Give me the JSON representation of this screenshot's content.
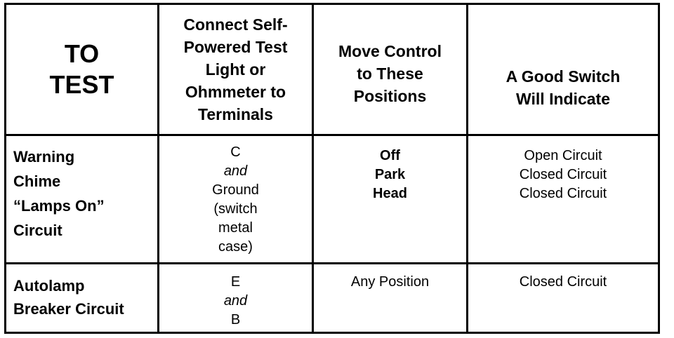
{
  "headers": {
    "to_test": [
      "TO",
      "TEST"
    ],
    "connect": [
      "Connect Self-",
      "Powered Test",
      "Light or",
      "Ohmmeter to",
      "Terminals"
    ],
    "move": [
      "Move Control",
      "to These",
      "Positions"
    ],
    "indicate": [
      "A Good Switch",
      "Will Indicate"
    ]
  },
  "rows": [
    {
      "circuit": [
        "Warning",
        "Chime",
        "“Lamps On”",
        "Circuit"
      ],
      "terminals": [
        "C",
        "and",
        "Ground",
        "(switch",
        "metal",
        "case)"
      ],
      "positions": [
        "Off",
        "Park",
        "Head"
      ],
      "indication": [
        "Open Circuit",
        "Closed Circuit",
        "Closed Circuit"
      ]
    },
    {
      "circuit": [
        "Autolamp",
        "Breaker Circuit"
      ],
      "terminals": [
        "E",
        "and",
        "B"
      ],
      "positions": [
        "Any Position"
      ],
      "indication": [
        "Closed Circuit"
      ]
    }
  ]
}
